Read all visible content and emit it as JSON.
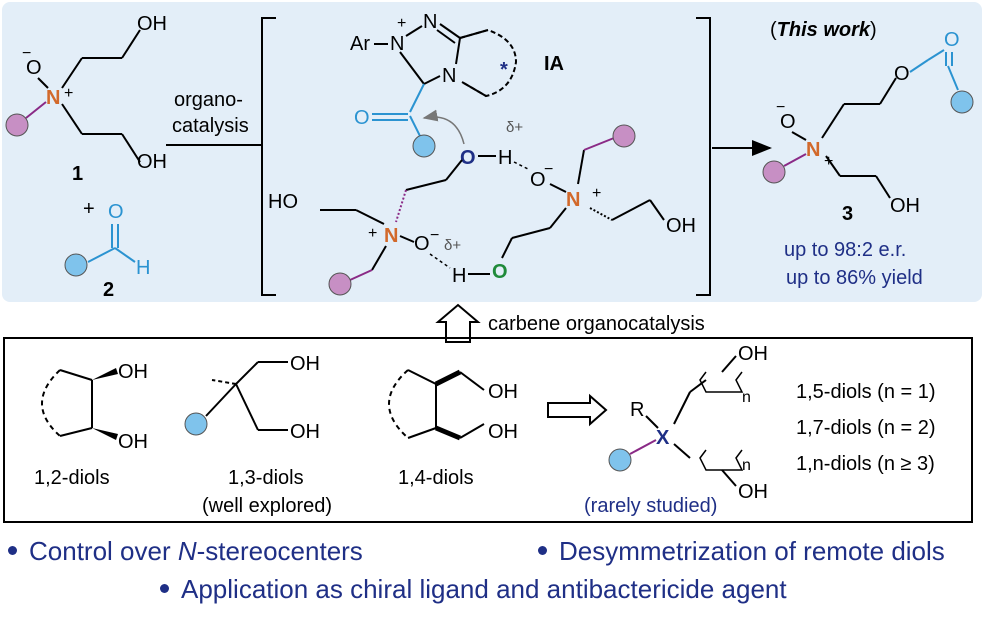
{
  "top_panel": {
    "compound1_number": "1",
    "compound2_number": "2",
    "compound3_number": "3",
    "plus_sign": "+",
    "arrow_label_line1": "organo-",
    "arrow_label_line2": "catalysis",
    "intermediate_label": "IA",
    "aryl_label": "Ar",
    "this_work_open": "(",
    "this_work_text": "This work",
    "this_work_close": ")",
    "result_er": "up to 98:2 e.r.",
    "result_yield": "up to 86% yield",
    "delta_plus": "δ+",
    "asterisk": "*"
  },
  "atoms": {
    "OH": "OH",
    "HO": "HO",
    "O": "O",
    "N": "N",
    "H": "H",
    "plus": "+",
    "minus": "−",
    "X": "X",
    "R": "R",
    "n": "n"
  },
  "middle": {
    "arrow_caption": "carbene organocatalysis"
  },
  "bottom_panel": {
    "diol12_label": "1,2-diols",
    "diol13_label": "1,3-diols",
    "diol13_note": "(well explored)",
    "diol14_label": "1,4-diols",
    "remote_note": "(rarely studied)",
    "diol_list": [
      "1,5-diols (n = 1)",
      "1,7-diols (n = 2)",
      "1,n-diols (n ≥ 3)"
    ]
  },
  "bullets": {
    "b1_prefix": "Control over ",
    "b1_italic": "N",
    "b1_suffix": "-stereocenters",
    "b2": "Desymmetrization of remote diols",
    "b3": "Application as chiral ligand and antibactericide agent"
  },
  "colors": {
    "panel_bg": "#e3eef8",
    "nitrogen": "#d2692b",
    "blue_text": "#1f2f86",
    "acyl_blue": "#2b93d1",
    "ball_blue": "#7fc3ec",
    "ball_purple": "#c78fc4",
    "green_o": "#1f8a3a"
  }
}
